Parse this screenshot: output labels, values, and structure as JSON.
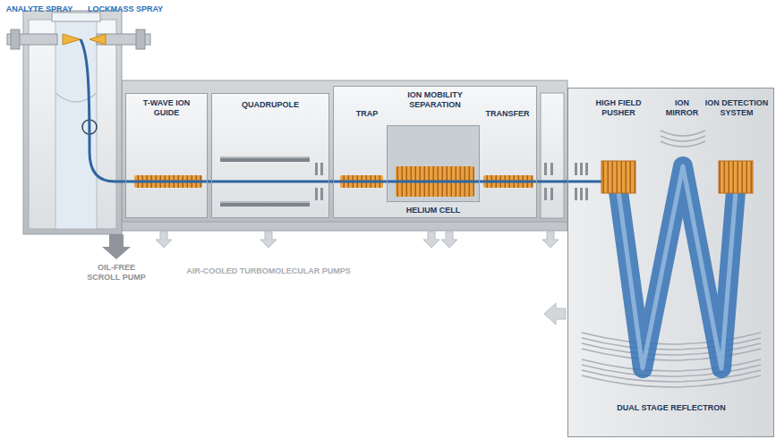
{
  "diagram": {
    "nodes": [
      {
        "text": [
          "T-WAVE ION GUIDE"
        ]
      },
      {
        "text": [
          "QUADRUPOLE"
        ]
      },
      {
        "text": [
          "TRAP",
          "ION MOBILITY SEPARATION",
          "TRANSFER"
        ]
      },
      {
        "text": [
          "HELIUM CELL"
        ],
        "in": 2
      },
      {
        "text": [
          "HIGH FIELD PUSHER",
          "ION MIRROR",
          "ION DETECTION SYSTEM",
          "DUAL STAGE REFLECTRON"
        ]
      }
    ],
    "labels": [
      "ANALYTE SPRAY",
      "LOCKMASS SPRAY",
      "OIL-FREE SCROLL PUMP",
      "AIR-COOLED TURBOMOLECULAR PUMPS"
    ]
  }
}
